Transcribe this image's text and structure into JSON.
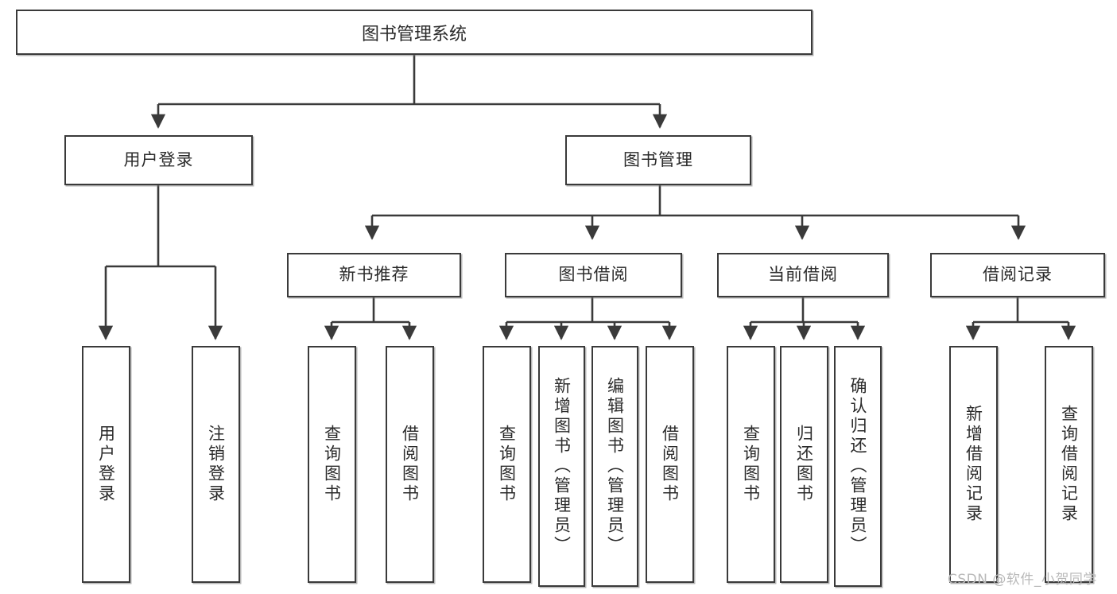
{
  "diagram": {
    "title": "图书管理系统",
    "type": "hierarchy-tree",
    "colors": {
      "background": "#ffffff",
      "box_border": "#3a3a3a",
      "box_fill": "#ffffff",
      "text": "#2b2b2b",
      "connector": "#3a3a3a",
      "watermark": "#b9b9b9"
    },
    "root": {
      "label": "图书管理系统"
    },
    "level2": [
      {
        "label": "用户登录"
      },
      {
        "label": "图书管理"
      }
    ],
    "level3": [
      {
        "label": "新书推荐"
      },
      {
        "label": "图书借阅"
      },
      {
        "label": "当前借阅"
      },
      {
        "label": "借阅记录"
      }
    ],
    "leaves": {
      "user_login": [
        {
          "label": "用户登录"
        },
        {
          "label": "注销登录"
        }
      ],
      "new_book_recommend": [
        {
          "label": "查询图书"
        },
        {
          "label": "借阅图书"
        }
      ],
      "book_borrow": [
        {
          "label": "查询图书"
        },
        {
          "label": "新增图书（管理员）"
        },
        {
          "label": "编辑图书（管理员）"
        },
        {
          "label": "借阅图书"
        }
      ],
      "current_borrow": [
        {
          "label": "查询图书"
        },
        {
          "label": "归还图书"
        },
        {
          "label": "确认归还（管理员）"
        }
      ],
      "borrow_record": [
        {
          "label": "新增借阅记录"
        },
        {
          "label": "查询借阅记录"
        }
      ]
    }
  },
  "watermark": {
    "text": "CSDN @软件_小贺同学"
  }
}
